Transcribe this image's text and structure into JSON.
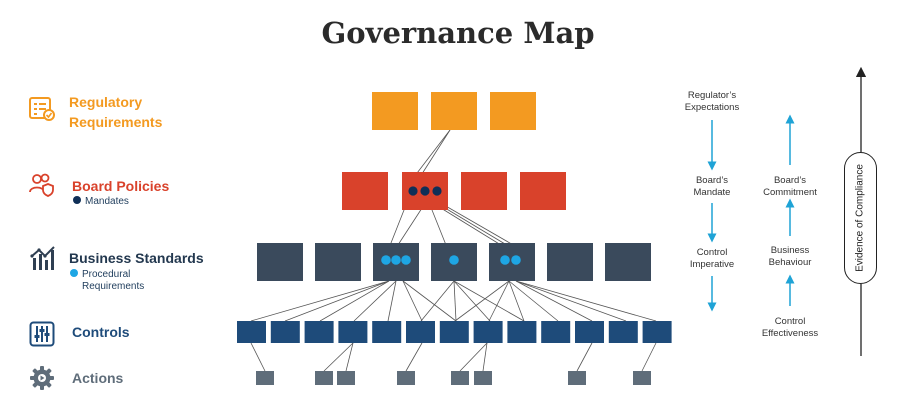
{
  "title": "Governance Map",
  "colors": {
    "regulatory": "#f39a21",
    "board": "#d9422b",
    "standards": "#3a4a5c",
    "controls": "#1e4b7a",
    "actions": "#5f6d7a",
    "dot_dark": "#0f2f57",
    "dot_light": "#1ea6e4",
    "arrow": "#1fa3d6",
    "line": "#555555"
  },
  "levels": [
    {
      "key": "regulatory",
      "label_lines": [
        "Regulatory",
        "Requirements"
      ],
      "icon": "checklist-icon"
    },
    {
      "key": "board",
      "label_lines": [
        "Board Policies"
      ],
      "sublabel": "Mandates",
      "icon": "people-shield-icon"
    },
    {
      "key": "standards",
      "label_lines": [
        "Business Standards"
      ],
      "sublabel_lines": [
        "Procedural",
        "Requirements"
      ],
      "icon": "bar-chart-icon"
    },
    {
      "key": "controls",
      "label_lines": [
        "Controls"
      ],
      "icon": "sliders-icon"
    },
    {
      "key": "actions",
      "label_lines": [
        "Actions"
      ],
      "icon": "gear-icon"
    }
  ],
  "right_panel": {
    "left_column": [
      [
        "Regulator’s",
        "Expectations"
      ],
      [
        "Board’s",
        "Mandate"
      ],
      [
        "Control",
        "Imperative"
      ]
    ],
    "right_column": [
      [
        "Board’s",
        "Commitment"
      ],
      [
        "Business",
        "Behaviour"
      ],
      [
        "Control",
        "Effectiveness"
      ]
    ],
    "side_label": "Evidence of Compliance"
  }
}
